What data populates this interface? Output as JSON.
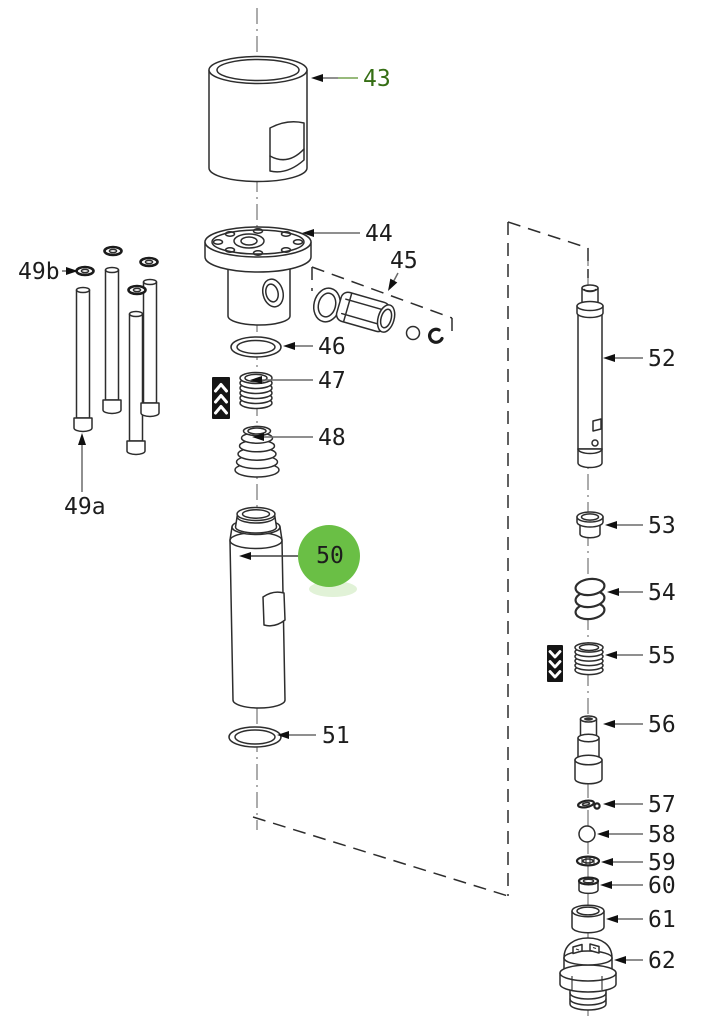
{
  "diagram": {
    "kind": "exploded-parts-diagram",
    "description": "Exploded view parts diagram with numbered callouts",
    "background": "#ffffff",
    "colors": {
      "line": "#2d2d2d",
      "leader": "#6a6a6a",
      "arrowhead": "#101010",
      "selected_highlight": "#6abf45",
      "selected_glow": "#cdeabc",
      "accent_label": "#356e14",
      "accent_leader": "#76a351",
      "label": "#1d1d1d"
    }
  },
  "callouts": {
    "c43": {
      "label": "43",
      "state": "accent"
    },
    "c44": {
      "label": "44",
      "state": "normal"
    },
    "c45": {
      "label": "45",
      "state": "normal"
    },
    "c46": {
      "label": "46",
      "state": "normal"
    },
    "c47": {
      "label": "47",
      "state": "normal"
    },
    "c48": {
      "label": "48",
      "state": "normal"
    },
    "c49a": {
      "label": "49a",
      "state": "normal"
    },
    "c49b": {
      "label": "49b",
      "state": "normal"
    },
    "c50": {
      "label": "50",
      "state": "selected"
    },
    "c51": {
      "label": "51",
      "state": "normal"
    },
    "c52": {
      "label": "52",
      "state": "normal"
    },
    "c53": {
      "label": "53",
      "state": "normal"
    },
    "c54": {
      "label": "54",
      "state": "normal"
    },
    "c55": {
      "label": "55",
      "state": "normal"
    },
    "c56": {
      "label": "56",
      "state": "normal"
    },
    "c57": {
      "label": "57",
      "state": "normal"
    },
    "c58": {
      "label": "58",
      "state": "normal"
    },
    "c59": {
      "label": "59",
      "state": "normal"
    },
    "c60": {
      "label": "60",
      "state": "normal"
    },
    "c61": {
      "label": "61",
      "state": "normal"
    },
    "c62": {
      "label": "62",
      "state": "normal"
    }
  },
  "icons": {
    "lubricant_47": "lubricant-grease-icon",
    "lubricant_55": "lubricant-grease-icon"
  }
}
